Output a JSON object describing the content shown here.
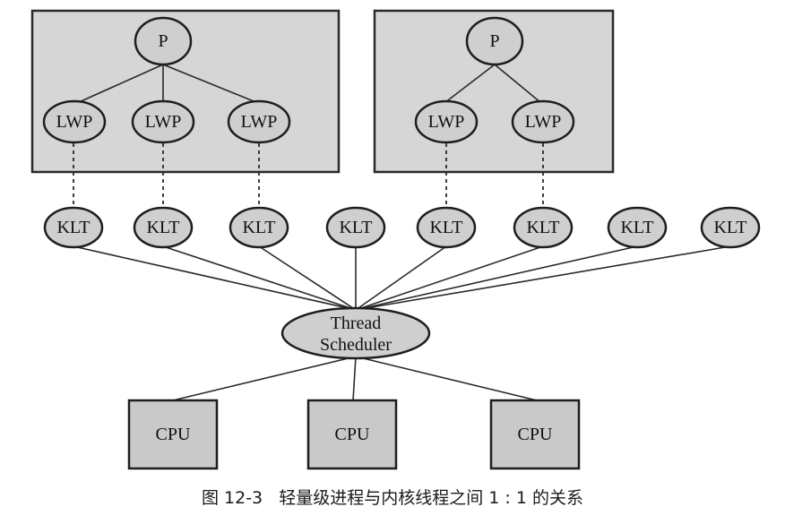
{
  "process_groups": [
    {
      "process_label": "P",
      "lwps": [
        "LWP",
        "LWP",
        "LWP"
      ]
    },
    {
      "process_label": "P",
      "lwps": [
        "LWP",
        "LWP"
      ]
    }
  ],
  "klts": [
    "KLT",
    "KLT",
    "KLT",
    "KLT",
    "KLT",
    "KLT",
    "KLT",
    "KLT"
  ],
  "scheduler": {
    "line1": "Thread",
    "line2": "Scheduler"
  },
  "cpus": [
    "CPU",
    "CPU",
    "CPU"
  ],
  "caption": "图 12-3   轻量级进程与内核线程之间 1 : 1 的关系"
}
